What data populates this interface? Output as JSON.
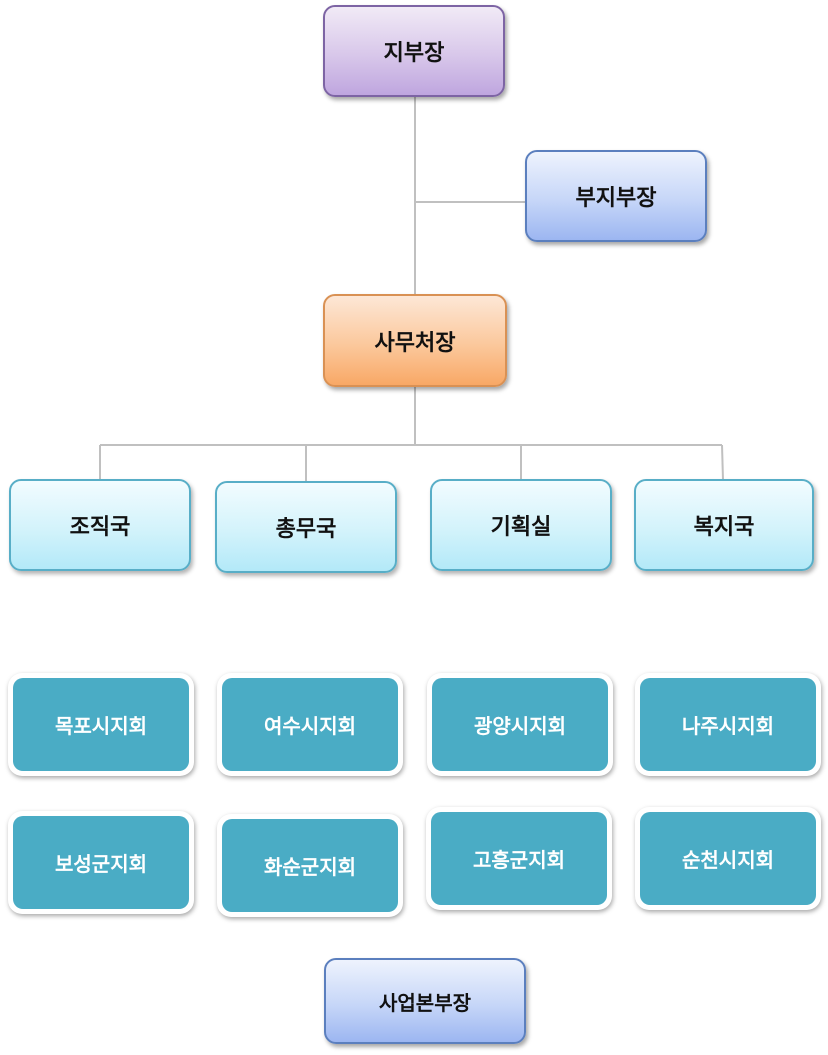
{
  "org": {
    "head": "지부장",
    "deputy": "부지부장",
    "secretary": "사무처장",
    "departments": [
      "조직국",
      "총무국",
      "기획실",
      "복지국"
    ],
    "branches_row1": [
      "목포시지회",
      "여수시지회",
      "광양시지회",
      "나주시지회"
    ],
    "branches_row2": [
      "보성군지회",
      "화순군지회",
      "고흥군지회",
      "순천시지회"
    ],
    "business": "사업본부장"
  },
  "colors": {
    "connector": "#c0c0c0",
    "head_fill": "#d8c7ea",
    "deputy_fill": "#c6d6f8",
    "secretary_fill": "#fbc89c",
    "department_fill": "#d3f3fb",
    "branch_fill": "#4aacc5"
  }
}
